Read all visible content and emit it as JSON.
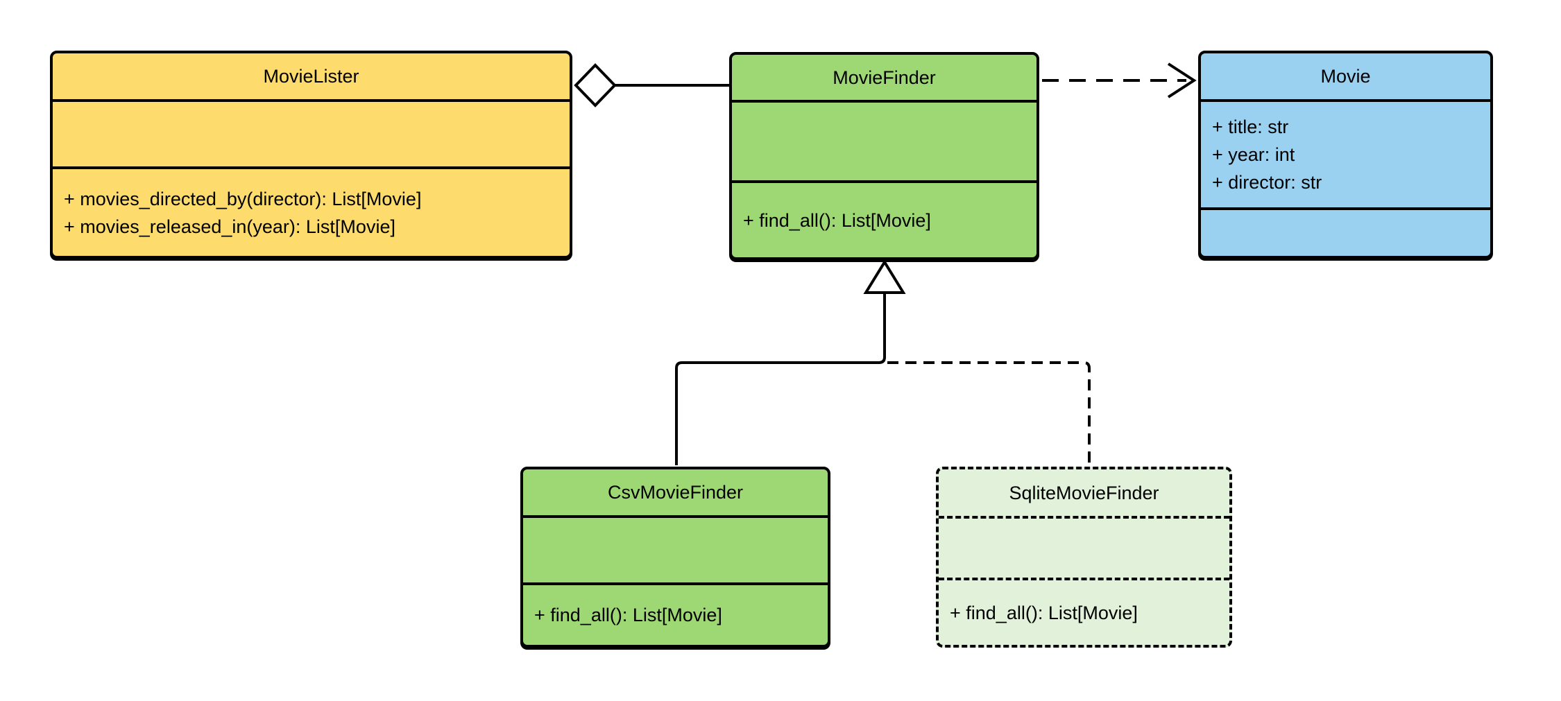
{
  "diagram": {
    "type": "uml-class-diagram",
    "classes": {
      "movie_lister": {
        "name": "MovieLister",
        "fill": "#FDDB6D",
        "attributes": [],
        "methods": [
          "+ movies_directed_by(director): List[Movie]",
          "+ movies_released_in(year): List[Movie]"
        ]
      },
      "movie_finder": {
        "name": "MovieFinder",
        "fill": "#9ED874",
        "attributes": [],
        "methods": [
          "+ find_all(): List[Movie]"
        ]
      },
      "movie": {
        "name": "Movie",
        "fill": "#9AD1F1",
        "attributes": [
          "+ title: str",
          "+ year: int",
          "+ director: str"
        ],
        "methods": []
      },
      "csv_movie_finder": {
        "name": "CsvMovieFinder",
        "fill": "#9ED874",
        "attributes": [],
        "methods": [
          "+ find_all(): List[Movie]"
        ]
      },
      "sqlite_movie_finder": {
        "name": "SqliteMovieFinder",
        "fill": "#E1F1DA",
        "border_style": "dashed",
        "attributes": [],
        "methods": [
          "+ find_all(): List[Movie]"
        ]
      }
    },
    "relationships": [
      {
        "type": "aggregation",
        "source": "MovieLister",
        "target": "MovieFinder",
        "line": "solid",
        "marker": "hollow-diamond-at-source"
      },
      {
        "type": "dependency",
        "source": "MovieFinder",
        "target": "Movie",
        "line": "dashed",
        "marker": "open-arrow-at-target"
      },
      {
        "type": "generalization",
        "source": "CsvMovieFinder",
        "target": "MovieFinder",
        "line": "solid",
        "marker": "hollow-triangle-at-target"
      },
      {
        "type": "generalization",
        "source": "SqliteMovieFinder",
        "target": "MovieFinder",
        "line": "dashed",
        "marker": "shares-hollow-triangle-at-target"
      }
    ],
    "colors": {
      "stroke": "#000000",
      "background": "#FFFFFF",
      "marker_fill": "#FFFFFF"
    }
  }
}
